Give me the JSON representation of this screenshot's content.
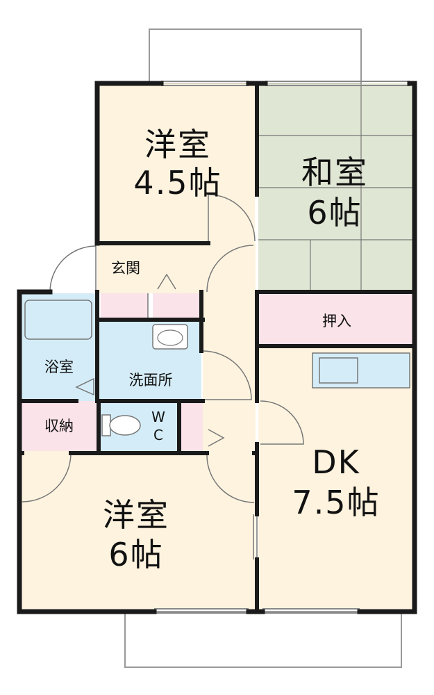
{
  "rooms": {
    "western_small": {
      "name": "洋室",
      "size": "4.5帖"
    },
    "japanese": {
      "name": "和室",
      "size": "6帖"
    },
    "western_large": {
      "name": "洋室",
      "size": "6帖"
    },
    "dk": {
      "name": "DK",
      "size": "7.5帖"
    }
  },
  "spaces": {
    "entrance": "玄関",
    "bathroom": "浴室",
    "washroom": "洗面所",
    "storage": "収納",
    "wc_line1": "W",
    "wc_line2": "C",
    "closet": "押入"
  },
  "colors": {
    "wall": "#1a1a1a",
    "floor_wood": "#fdf3df",
    "tatami": "#dfe6d3",
    "wet_area": "#d4ecf7",
    "storage": "#fbe3ea",
    "line": "#777777"
  }
}
